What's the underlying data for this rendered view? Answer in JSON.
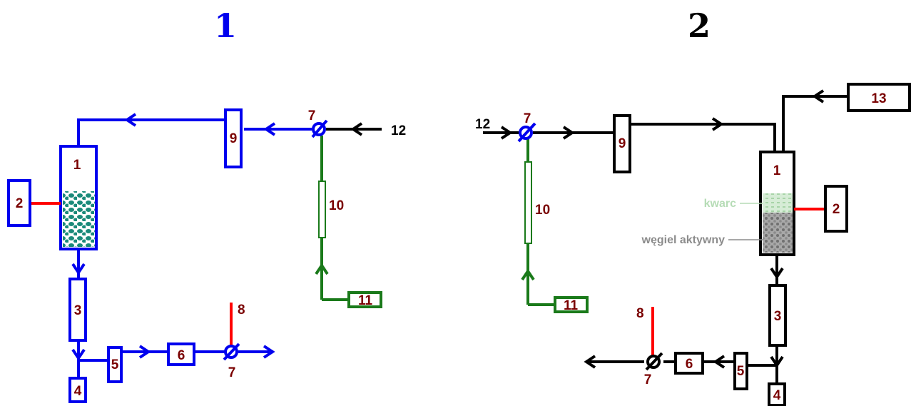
{
  "panel1": {
    "title": "1",
    "title_color": "#0000ee",
    "labels": {
      "column": "1",
      "heater": "2",
      "box3": "3",
      "box4": "4",
      "box5": "5",
      "box6": "6",
      "valve_out": "7",
      "valve_in": "7",
      "vent": "8",
      "box9": "9",
      "tube10": "10",
      "box11": "11",
      "inlet": "12"
    }
  },
  "panel2": {
    "title": "2",
    "title_color": "#000000",
    "labels": {
      "column": "1",
      "heater": "2",
      "box3": "3",
      "box4": "4",
      "box5": "5",
      "box6": "6",
      "valve_out": "7",
      "valve_in": "7",
      "vent": "8",
      "box9": "9",
      "tube10": "10",
      "box11": "11",
      "inlet": "12",
      "box13": "13"
    },
    "annotations": {
      "quartz": "kwarc",
      "carbon": "węgiel aktywny"
    }
  },
  "colors": {
    "blue": "#0000ee",
    "black": "#000000",
    "green": "#1a7a1a",
    "red": "#ff0000",
    "label": "#7a0000",
    "packing_teal": "#1a8a7a",
    "quartz": "#b6dcb6",
    "carbon": "#8c8c8c"
  }
}
